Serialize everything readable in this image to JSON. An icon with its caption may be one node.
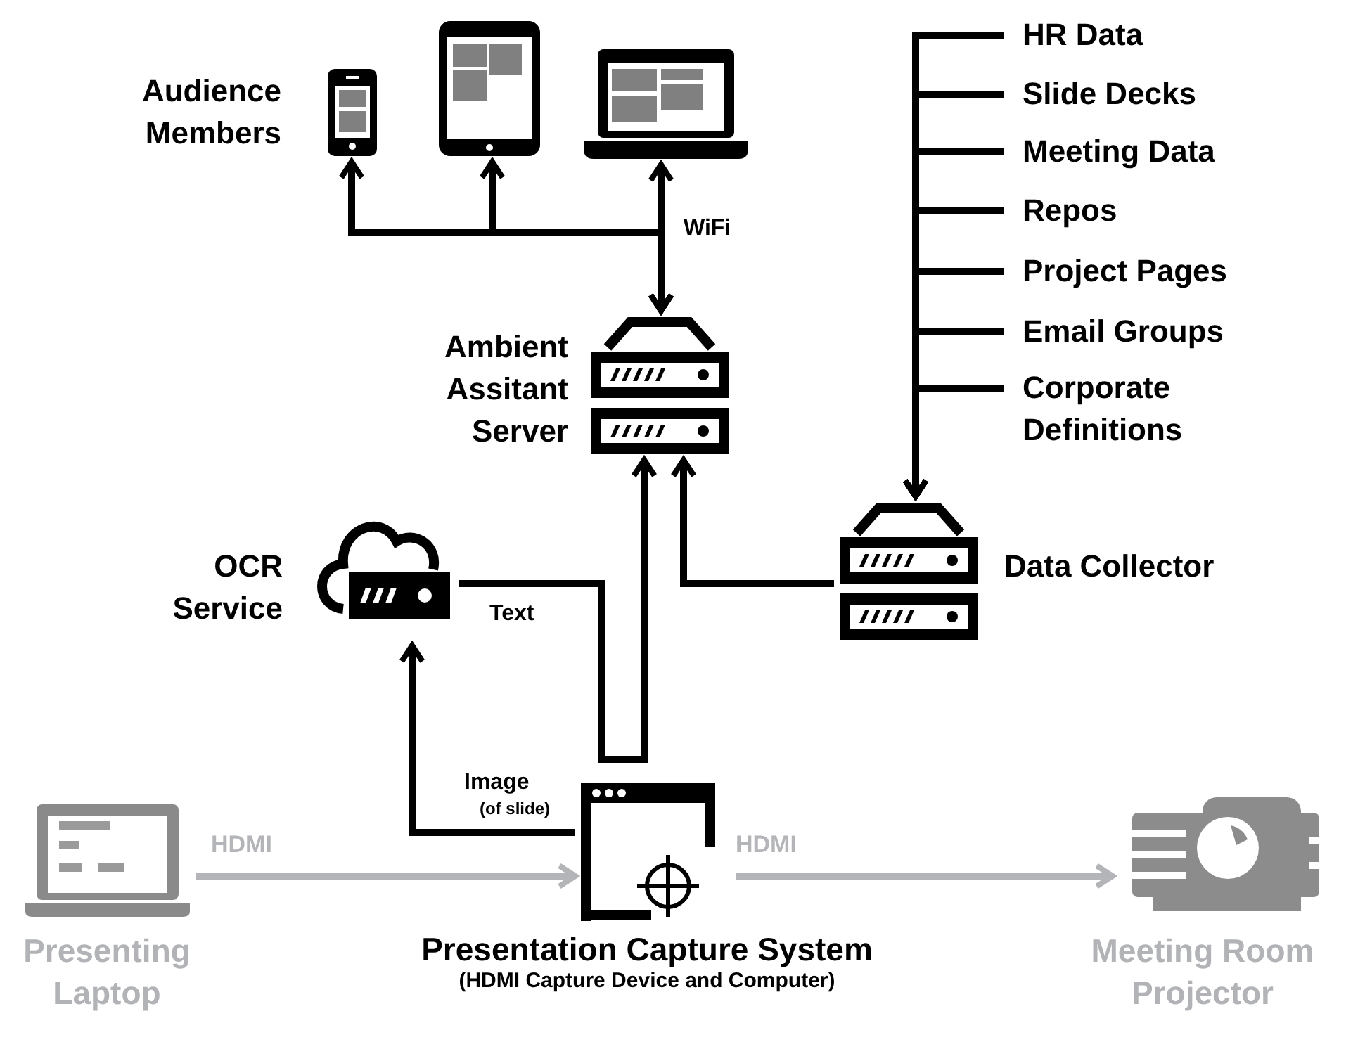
{
  "diagram": {
    "nodes": [
      {
        "text": [],
        "shape": "picture"
      },
      {
        "text": [],
        "shape": "picture"
      },
      {
        "text": [],
        "shape": "picture"
      },
      {
        "text": [
          "Ambient Assitant Server"
        ]
      },
      {
        "text": [
          "HR Data"
        ]
      },
      {
        "text": [
          "Slide Decks"
        ]
      },
      {
        "text": [
          "Meeting Data"
        ]
      },
      {
        "text": [
          "Repos"
        ]
      },
      {
        "text": [
          "Project Pages"
        ]
      },
      {
        "text": [
          "Email Groups"
        ]
      },
      {
        "text": [
          "Corporate Definitions"
        ]
      },
      {
        "text": [
          "Data Collector"
        ]
      },
      {
        "text": [
          "OCR Service"
        ]
      },
      {
        "text": [
          "Presentation Capture System",
          "(HDMI Capture Device and Computer)"
        ]
      },
      {
        "text": [
          "Presenting Laptop"
        ]
      },
      {
        "text": [
          "Meeting Room Projector"
        ]
      }
    ],
    "edges": [
      {
        "from": 3,
        "to": 0,
        "arrow": "both"
      },
      {
        "from": 3,
        "to": 1,
        "arrow": "both"
      },
      {
        "from": 3,
        "to": 2,
        "arrow": "both",
        "label": "WiFi"
      },
      {
        "from": 4,
        "to": 11,
        "arrow": "to"
      },
      {
        "from": 5,
        "to": 11,
        "arrow": "to"
      },
      {
        "from": 6,
        "to": 11,
        "arrow": "to"
      },
      {
        "from": 7,
        "to": 11,
        "arrow": "to"
      },
      {
        "from": 8,
        "to": 11,
        "arrow": "to"
      },
      {
        "from": 9,
        "to": 11,
        "arrow": "to"
      },
      {
        "from": 10,
        "to": 11,
        "arrow": "to"
      },
      {
        "from": 11,
        "to": 3,
        "arrow": "to"
      },
      {
        "from": 12,
        "to": 3,
        "arrow": "to",
        "label": "Text"
      },
      {
        "from": 13,
        "to": 12,
        "arrow": "to",
        "label": "Image"
      },
      {
        "from": 14,
        "to": 13,
        "arrow": "to",
        "label": "HDMI",
        "color": "#b3b5b8"
      },
      {
        "from": 13,
        "to": 15,
        "arrow": "to",
        "label": "HDMI",
        "color": "#b3b5b8"
      }
    ],
    "labels": [
      "Audience Members",
      "(of slide)"
    ]
  }
}
